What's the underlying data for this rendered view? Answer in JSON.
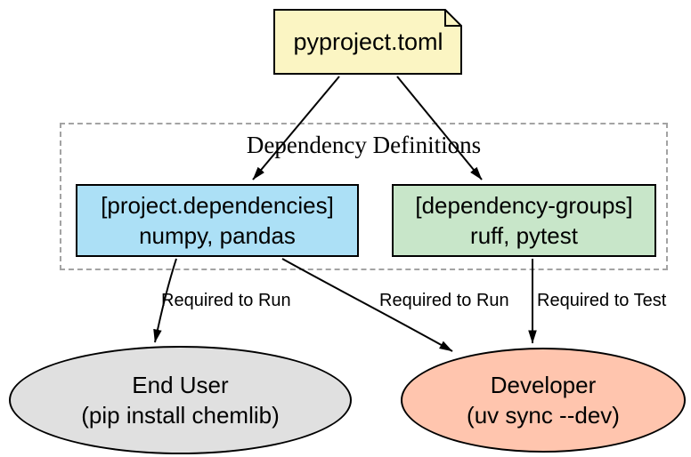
{
  "note": {
    "label": "pyproject.toml"
  },
  "cluster": {
    "label": "Dependency Definitions"
  },
  "nodes": {
    "project_dependencies": {
      "line1": "[project.dependencies]",
      "line2": "numpy, pandas"
    },
    "dependency_groups": {
      "line1": "[dependency-groups]",
      "line2": "ruff, pytest"
    },
    "end_user": {
      "line1": "End User",
      "line2": "(pip install chemlib)"
    },
    "developer": {
      "line1": "Developer",
      "line2": "(uv sync --dev)"
    }
  },
  "edges": [
    {
      "from": "pyproject.toml",
      "to": "[project.dependencies]",
      "label": ""
    },
    {
      "from": "pyproject.toml",
      "to": "[dependency-groups]",
      "label": ""
    },
    {
      "from": "[project.dependencies]",
      "to": "End User",
      "label": "Required to Run"
    },
    {
      "from": "[project.dependencies]",
      "to": "Developer",
      "label": "Required to Run"
    },
    {
      "from": "[dependency-groups]",
      "to": "Developer",
      "label": "Required to Test"
    }
  ],
  "colors": {
    "note_fill": "#fbf5c3",
    "blue_fill": "#ace0f6",
    "green_fill": "#c8e6c9",
    "gray_fill": "#e0e0e0",
    "salmon_fill": "#ffc5ae",
    "cluster_border": "#a3a3a3",
    "edge_stroke": "#000000"
  }
}
